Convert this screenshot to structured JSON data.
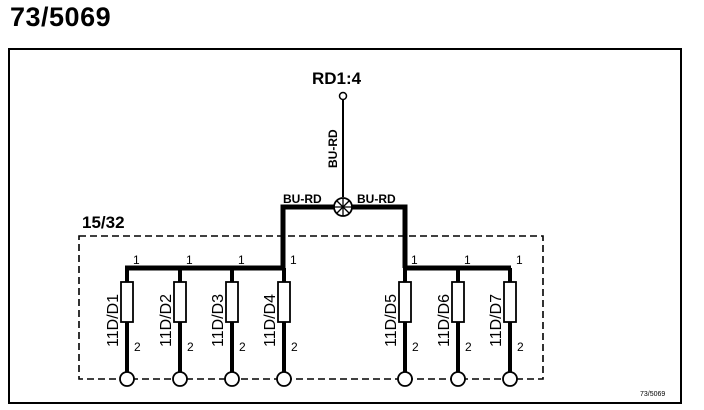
{
  "page_title": "73/5069",
  "diagram": {
    "source_label": "RD1:4",
    "trunk_wire_color": "BU-RD",
    "left_branch_wire_color": "BU-RD",
    "right_branch_wire_color": "BU-RD",
    "fuse_box_label": "15/32",
    "drawing_ref": "73/5069",
    "fuses": [
      {
        "name": "11D/D1",
        "pin_in": "1",
        "pin_out": "2"
      },
      {
        "name": "11D/D2",
        "pin_in": "1",
        "pin_out": "2"
      },
      {
        "name": "11D/D3",
        "pin_in": "1",
        "pin_out": "2"
      },
      {
        "name": "11D/D4",
        "pin_in": "1",
        "pin_out": "2"
      },
      {
        "name": "11D/D5",
        "pin_in": "1",
        "pin_out": "2"
      },
      {
        "name": "11D/D6",
        "pin_in": "1",
        "pin_out": "2"
      },
      {
        "name": "11D/D7",
        "pin_in": "1",
        "pin_out": "2"
      }
    ]
  }
}
